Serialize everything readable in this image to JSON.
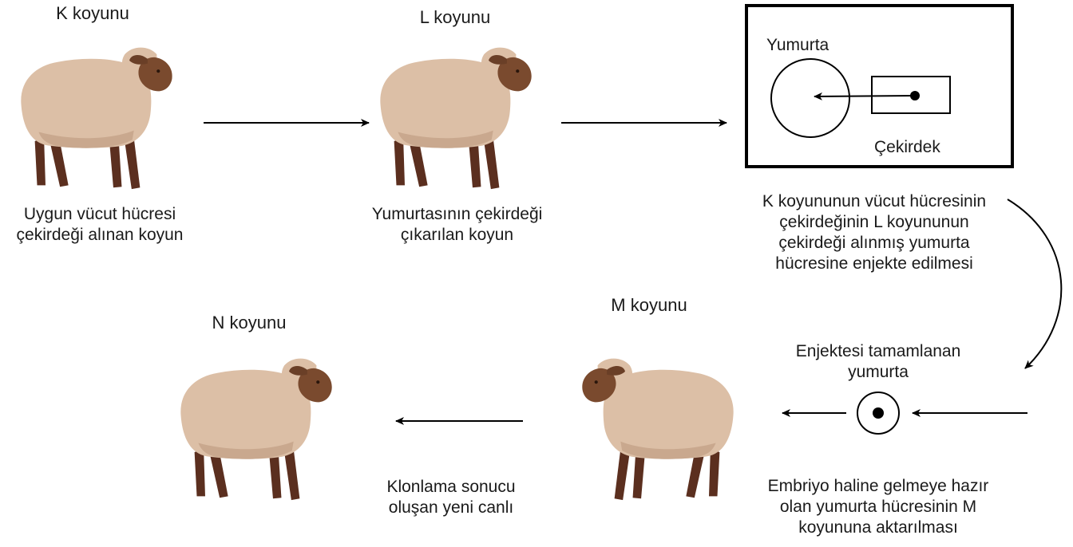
{
  "sheep": {
    "k": {
      "name": "K koyunu",
      "caption": [
        "Uygun vücut hücresi",
        "çekirdeği alınan koyun"
      ]
    },
    "l": {
      "name": "L koyunu",
      "caption": [
        "Yumurtasının çekirdeği",
        "çıkarılan koyun"
      ]
    },
    "m": {
      "name": "M koyunu"
    },
    "n": {
      "name": "N koyunu"
    }
  },
  "injection_box": {
    "egg_label": "Yumurta",
    "nucleus_label": "Çekirdek"
  },
  "steps": {
    "injection": [
      "K koyununun vücut hücresinin",
      "çekirdeğinin L koyununun",
      "çekirdeği alınmış yumurta",
      "hücresine enjekte edilmesi"
    ],
    "injected_egg": [
      "Enjektesi tamamlanan",
      "yumurta"
    ],
    "transfer": [
      "Embriyo haline gelmeye hazır",
      "olan yumurta hücresinin M",
      "koyununa aktarılması"
    ],
    "cloning": [
      "Klonlama sonucu",
      "oluşan yeni canlı"
    ]
  },
  "colors": {
    "wool": "#dcbfa6",
    "wool_shade": "#c9a88e",
    "face": "#7a4a2e",
    "legs": "#5b2f1f",
    "ink": "#000000"
  }
}
